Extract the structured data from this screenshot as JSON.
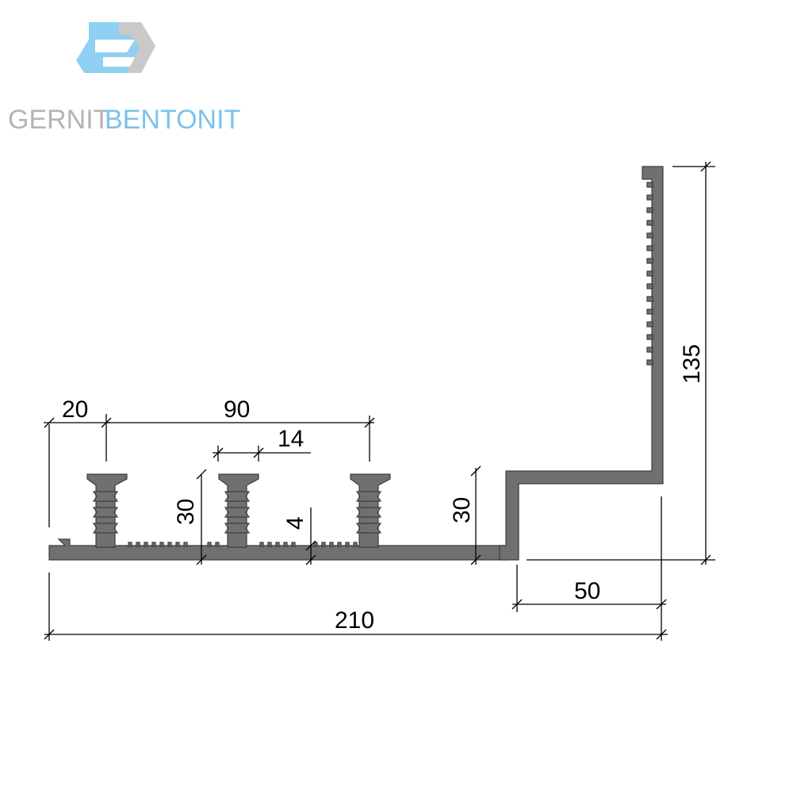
{
  "logo": {
    "word1": "GERNIT",
    "word2": "BENTONIT",
    "colors": {
      "hexagon": "#8fd0f2",
      "word1": "#b4b4b4",
      "word2": "#7cc3ea"
    }
  },
  "profile": {
    "color": "#707070"
  },
  "dimensions": {
    "d20": "20",
    "d90": "90",
    "d14": "14",
    "d30_left": "30",
    "d4": "4",
    "d30_right": "30",
    "d135": "135",
    "d50": "50",
    "d210": "210"
  }
}
